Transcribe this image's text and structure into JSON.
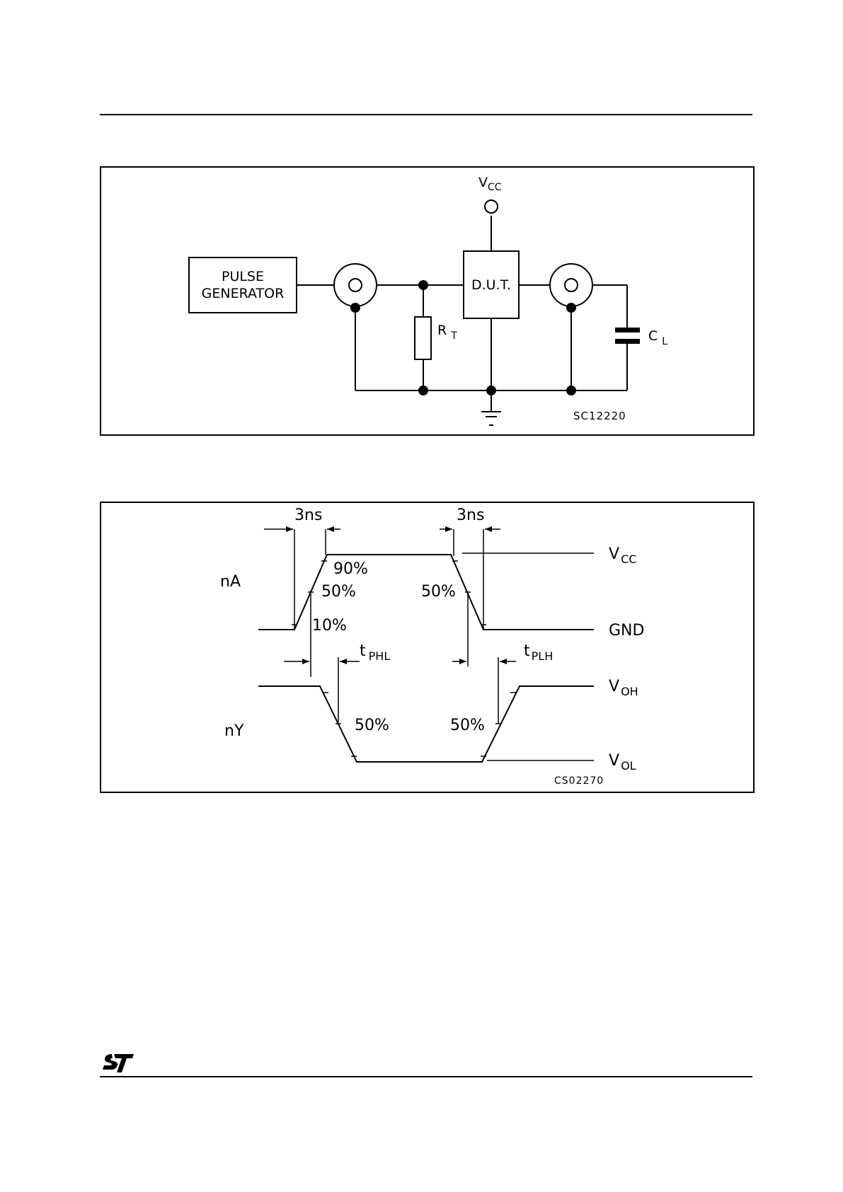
{
  "circuit": {
    "pulse_generator_line1": "PULSE",
    "pulse_generator_line2": "GENERATOR",
    "dut": "D.U.T.",
    "vcc": "V",
    "vcc_sub": "CC",
    "rt": "R",
    "rt_sub": "T",
    "cl": "C",
    "cl_sub": "L",
    "code": "SC12220"
  },
  "waveform": {
    "input_label": "nA",
    "output_label": "nY",
    "rise_time": "3ns",
    "fall_time": "3ns",
    "pct_90": "90%",
    "pct_50_rise": "50%",
    "pct_10": "10%",
    "pct_50_fall": "50%",
    "pct_50_out_fall": "50%",
    "pct_50_out_rise": "50%",
    "tphl": "t",
    "tphl_sub": "PHL",
    "tplh": "t",
    "tplh_sub": "PLH",
    "vcc": "V",
    "vcc_sub": "CC",
    "gnd": "GND",
    "voh": "V",
    "voh_sub": "OH",
    "vol": "V",
    "vol_sub": "OL",
    "code": "CS02270"
  },
  "footer": {
    "logo": "ST"
  }
}
